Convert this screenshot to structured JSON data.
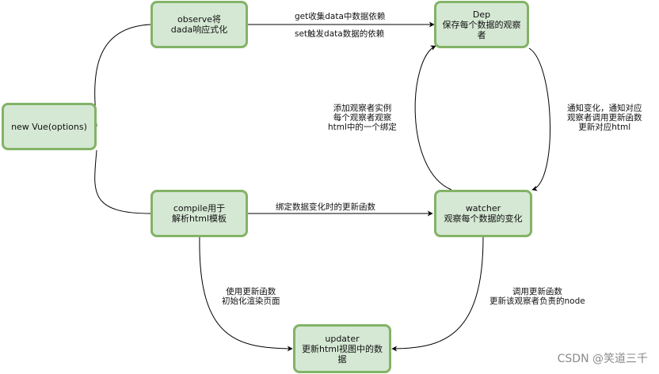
{
  "nodes": {
    "new_vue": {
      "lines": [
        "new Vue(options)"
      ]
    },
    "observe": {
      "lines": [
        "observe将",
        "dada响应式化"
      ]
    },
    "dep": {
      "lines": [
        "Dep",
        "保存每个数据的观察",
        "者"
      ]
    },
    "compile": {
      "lines": [
        "compile用于",
        "解析html模板"
      ]
    },
    "watcher": {
      "lines": [
        "watcher",
        "观察每个数据的变化"
      ]
    },
    "updater": {
      "lines": [
        "updater",
        "更新html视图中的数",
        "据"
      ]
    }
  },
  "labels": {
    "get_collect": "get收集data中数据依赖",
    "set_trigger": "set触发data数据的依赖",
    "add_watcher": [
      "添加观察者实例",
      "每个观察者观察",
      "html中的一个绑定"
    ],
    "notify": [
      "通知变化，通知对应",
      "观察者调用更新函数",
      "更新对应html"
    ],
    "bind_update": "绑定数据变化时的更新函数",
    "init_render": [
      "使用更新函数",
      "初始化渲染页面"
    ],
    "call_update": [
      "调用更新函数",
      "更新该观察者负责的node"
    ]
  },
  "watermark": "CSDN @笑道三千",
  "colors": {
    "node_fill": "#d5e8d4",
    "node_border": "#82b366",
    "edge": "#000000",
    "watermark": "#8a8a8a"
  }
}
